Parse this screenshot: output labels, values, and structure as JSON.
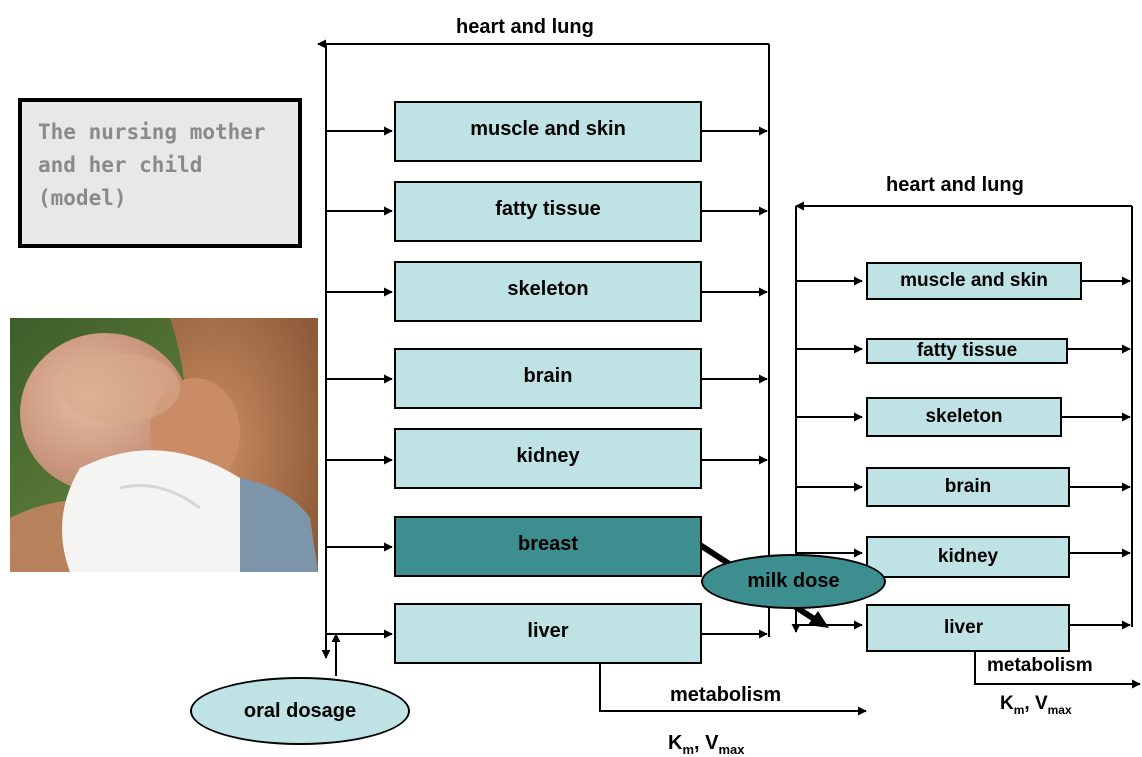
{
  "title_text": "The nursing mother and her child (model)",
  "photo_description": "",
  "mother": {
    "loop_label": "heart and lung",
    "organs": [
      "muscle and skin",
      "fatty tissue",
      "skeleton",
      "brain",
      "kidney",
      "breast",
      "liver"
    ],
    "metabolism_label": "metabolism",
    "km_label": "K",
    "km_sub": "m",
    "sep": ", V",
    "vmax_sub": "max"
  },
  "child": {
    "loop_label": "heart and lung",
    "organs": [
      "muscle and skin",
      "fatty tissue",
      "skeleton",
      "brain",
      "kidney",
      "liver"
    ],
    "metabolism_label": "metabolism",
    "km_label": "K",
    "km_sub": "m",
    "sep": ", V",
    "vmax_sub": "max"
  },
  "milk_dose_label": "milk dose",
  "oral_dosage_label": "oral dosage",
  "colors": {
    "organ_fill": "#bfe3e5",
    "breast_fill": "#3d8f8f",
    "oval_light": "#bfe3e5",
    "oval_dark": "#3d8f8f",
    "title_fill": "#e8e8e8",
    "title_text": "#8a8a8a"
  }
}
